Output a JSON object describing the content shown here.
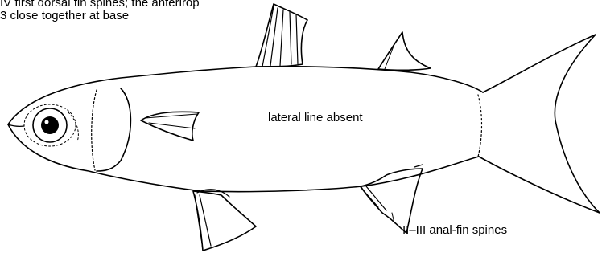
{
  "annotations": {
    "dorsal_fin": {
      "line1": "IV first dorsal fin spines; the anterirор",
      "line2": "3 close together at base"
    },
    "lateral_line": "lateral line absent",
    "anal_fin": "II–III anal-fin spines"
  },
  "colors": {
    "ink": "#000000",
    "paper": "#ffffff"
  }
}
